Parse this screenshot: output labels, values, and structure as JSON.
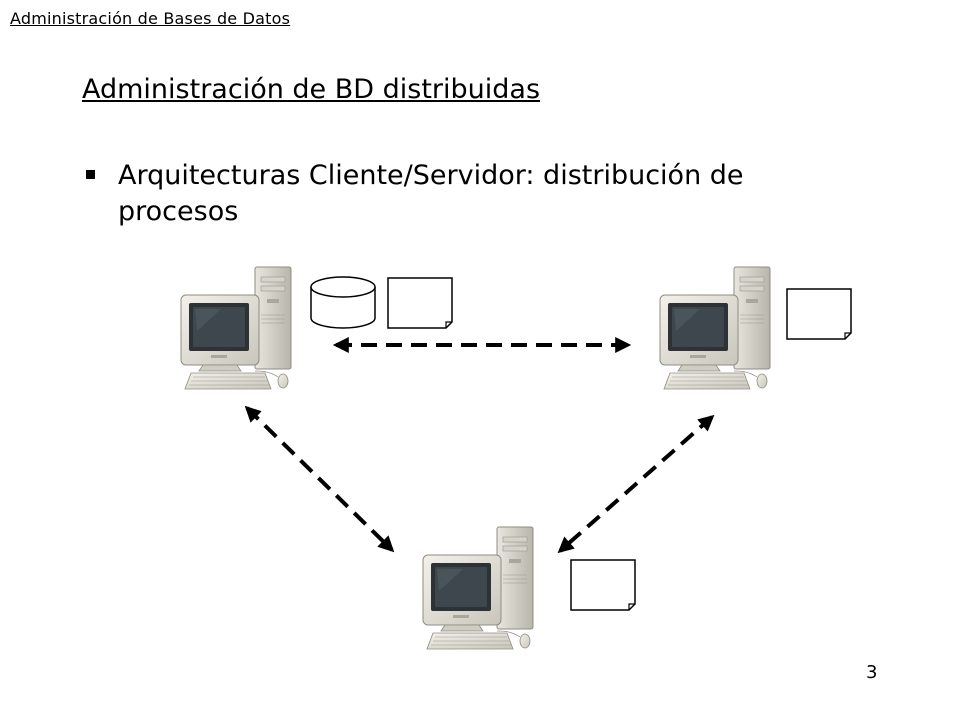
{
  "header": {
    "course_title": "Administración de Bases de Datos"
  },
  "slide": {
    "title": "Administración de BD distribuidas",
    "bullet": "Arquitecturas Cliente/Servidor: distribución de procesos"
  },
  "diagram": {
    "nodes": [
      {
        "id": "computer-left",
        "artifacts": [
          "database",
          "document"
        ]
      },
      {
        "id": "computer-right",
        "artifacts": [
          "document"
        ]
      },
      {
        "id": "computer-bottom",
        "artifacts": [
          "document"
        ]
      }
    ],
    "connections": [
      {
        "from": "computer-left",
        "to": "computer-right",
        "style": "dashed",
        "direction": "bidirectional"
      },
      {
        "from": "computer-left",
        "to": "computer-bottom",
        "style": "dashed",
        "direction": "bidirectional"
      },
      {
        "from": "computer-right",
        "to": "computer-bottom",
        "style": "dashed",
        "direction": "bidirectional"
      }
    ]
  },
  "footer": {
    "page_number": "3"
  }
}
